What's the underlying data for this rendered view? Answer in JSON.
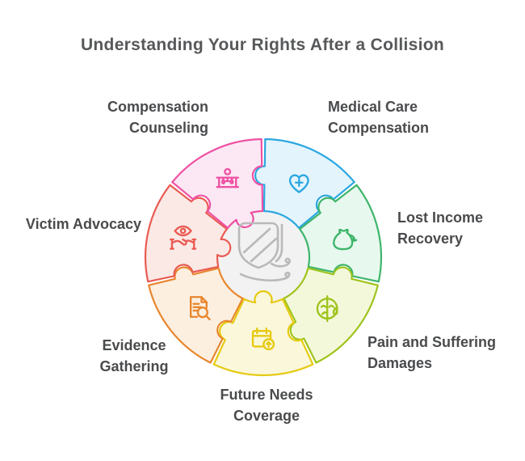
{
  "title": "Understanding Your Rights After a Collision",
  "title_color": "#57585a",
  "label_color": "#4a4b4d",
  "wheel": {
    "center_icon": "shield-wind-icon",
    "center_fill": "#f2f2f2",
    "center_icon_color": "#b9b9b9",
    "boundary_tabs": [
      "ccw",
      "ccw",
      "ccw",
      "cw",
      "cw",
      "cw",
      "cw"
    ],
    "segments": [
      {
        "id": "medical-care-compensation",
        "label": "Medical Care Compensation",
        "icon": "heart-medical-icon",
        "stroke": "#2ba7e0",
        "fill": "#e3f4fc",
        "inner_tab": false
      },
      {
        "id": "lost-income-recovery",
        "label": "Lost Income Recovery",
        "icon": "money-bag-recovery-icon",
        "stroke": "#3eb56b",
        "fill": "#e7f8ee",
        "inner_tab": false
      },
      {
        "id": "pain-and-suffering-damages",
        "label": "Pain and Suffering Damages",
        "icon": "sad-face-tear-icon",
        "stroke": "#9ec41d",
        "fill": "#f4f8da",
        "inner_tab": false
      },
      {
        "id": "future-needs-coverage",
        "label": "Future Needs Coverage",
        "icon": "calendar-arrow-icon",
        "stroke": "#e6ca12",
        "fill": "#fbf7da",
        "inner_tab": true
      },
      {
        "id": "evidence-gathering",
        "label": "Evidence Gathering",
        "icon": "document-search-icon",
        "stroke": "#e8862e",
        "fill": "#fcefe0",
        "inner_tab": false
      },
      {
        "id": "victim-advocacy",
        "label": "Victim Advocacy",
        "icon": "eye-handshake-icon",
        "stroke": "#e95b52",
        "fill": "#fbe9e6",
        "inner_tab": true
      },
      {
        "id": "compensation-counseling",
        "label": "Compensation Counseling",
        "icon": "scales-person-icon",
        "stroke": "#ee51a3",
        "fill": "#fce8f4",
        "inner_tab": true
      }
    ]
  }
}
